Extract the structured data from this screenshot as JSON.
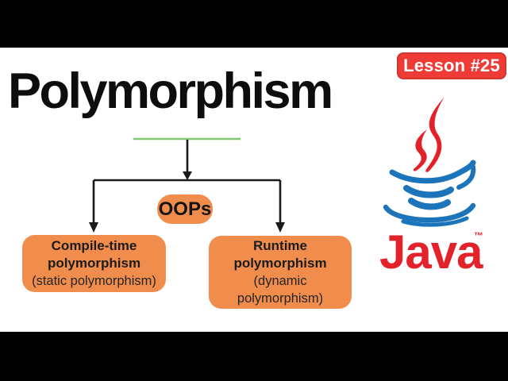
{
  "page": {
    "background_color": "#ffffff",
    "letterbox_color": "#000000"
  },
  "title": {
    "text": "Polymorphism",
    "color": "#0d0d0d"
  },
  "lesson_badge": {
    "text": "Lesson #25",
    "bg_color": "#ee3b36",
    "text_color": "#ffffff"
  },
  "diagram": {
    "oops_badge": {
      "text": "OOPs",
      "bg_color": "#f08c4c"
    },
    "underline_color": "#7cc96f",
    "connector_color": "#1a1a1a",
    "node_bg_color": "#f08c4c",
    "left_node": {
      "line1": "Compile-time",
      "line2": "polymorphism",
      "line3": "(static polymorphism)"
    },
    "right_node": {
      "line1": "Runtime",
      "line2": "polymorphism",
      "line3": "(dynamic",
      "line4": "polymorphism)"
    }
  },
  "java_logo": {
    "wordmark": "Java",
    "trademark": "™",
    "steam_color": "#e32128",
    "cup_color": "#1c75bb",
    "wordmark_color": "#e3232b"
  }
}
